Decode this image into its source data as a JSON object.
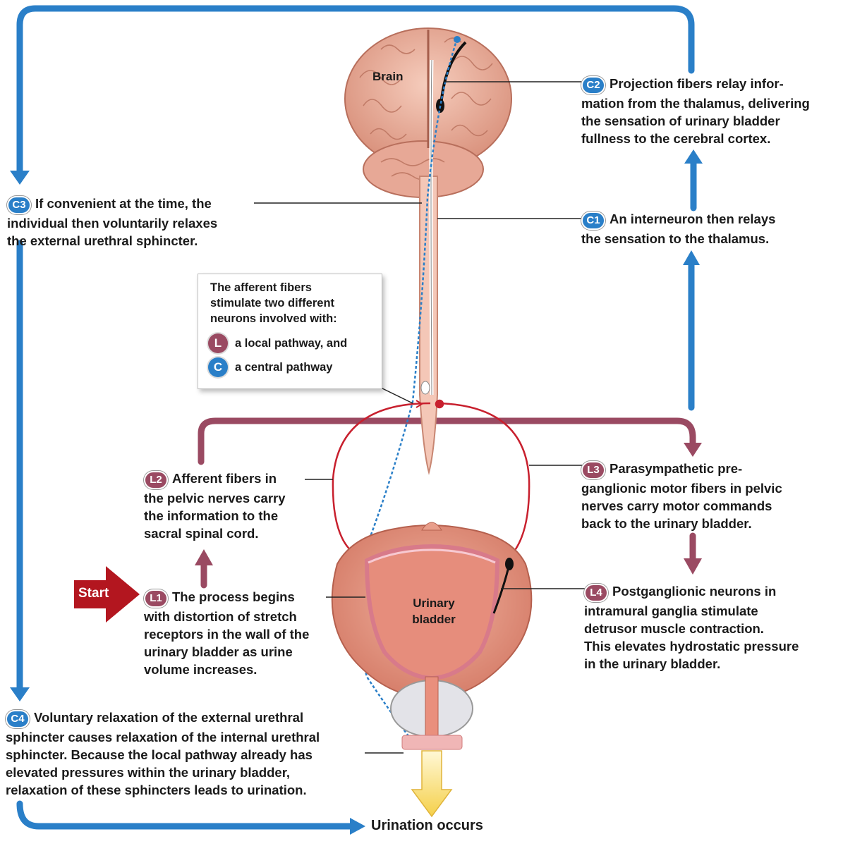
{
  "labels": {
    "brain": "Brain",
    "bladder_line1": "Urinary",
    "bladder_line2": "bladder",
    "start": "Start",
    "urination": "Urination occurs"
  },
  "callout": {
    "heading_lines": [
      "The afferent fibers",
      "stimulate two different",
      "neurons involved with:"
    ],
    "local_badge": "L",
    "local_text": "a local pathway, and",
    "central_badge": "C",
    "central_text": "a central pathway"
  },
  "steps": {
    "c1": {
      "badge": "C1",
      "lines": [
        "An interneuron then relays",
        "the sensation to the thalamus."
      ]
    },
    "c2": {
      "badge": "C2",
      "lines": [
        "Projection fibers relay infor-",
        "mation from the thalamus, delivering",
        "the sensation of urinary bladder",
        "fullness to the cerebral cortex."
      ]
    },
    "c3": {
      "badge": "C3",
      "lines": [
        "If convenient at the time, the",
        "individual then voluntarily relaxes",
        "the external urethral sphincter."
      ]
    },
    "c4": {
      "badge": "C4",
      "lines": [
        "Voluntary relaxation of the external urethral",
        "sphincter causes relaxation of the internal urethral",
        "sphincter. Because the local pathway already has",
        "elevated pressures within the urinary bladder,",
        "relaxation of these sphincters leads to urination."
      ]
    },
    "l1": {
      "badge": "L1",
      "lines": [
        "The process begins",
        "with distortion of stretch",
        "receptors in the wall of the",
        "urinary bladder as urine",
        "volume increases."
      ]
    },
    "l2": {
      "badge": "L2",
      "lines": [
        "Afferent fibers in",
        "the pelvic nerves carry",
        "the information to the",
        "sacral spinal cord."
      ]
    },
    "l3": {
      "badge": "L3",
      "lines": [
        "Parasympathetic pre-",
        "ganglionic motor fibers in pelvic",
        "nerves carry motor commands",
        "back to the urinary bladder."
      ]
    },
    "l4": {
      "badge": "L4",
      "lines": [
        "Postganglionic neurons in",
        "intramural ganglia stimulate",
        "detrusor muscle contraction.",
        "This elevates hydrostatic pressure",
        "in the urinary bladder."
      ]
    }
  },
  "colors": {
    "central_arrow": "#2a7fc8",
    "local_arrow": "#9a4a62",
    "nerve_red": "#c8202e",
    "tissue": "#f3c2b0",
    "start_arrow": "#b3161f"
  }
}
